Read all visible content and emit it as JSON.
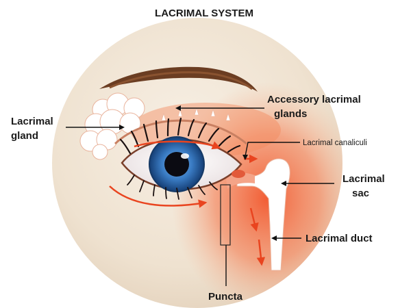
{
  "title": "LACRIMAL SYSTEM",
  "labels": {
    "lacrimal_gland": [
      "Lacrimal",
      "gland"
    ],
    "accessory_glands": [
      "Accessory lacrimal",
      "glands"
    ],
    "canaliculi": "Lacrimal canaliculi",
    "lacrimal_sac": [
      "Lacrimal",
      "sac"
    ],
    "lacrimal_duct": "Lacrimal duct",
    "puncta": "Puncta"
  },
  "colors": {
    "skin": "#efe3d3",
    "tear_flow": "#e9441f",
    "glow": "#f26a3c",
    "iris": "#2f6fb5",
    "brow": "#6b3d22",
    "duct": "#ffffff"
  }
}
